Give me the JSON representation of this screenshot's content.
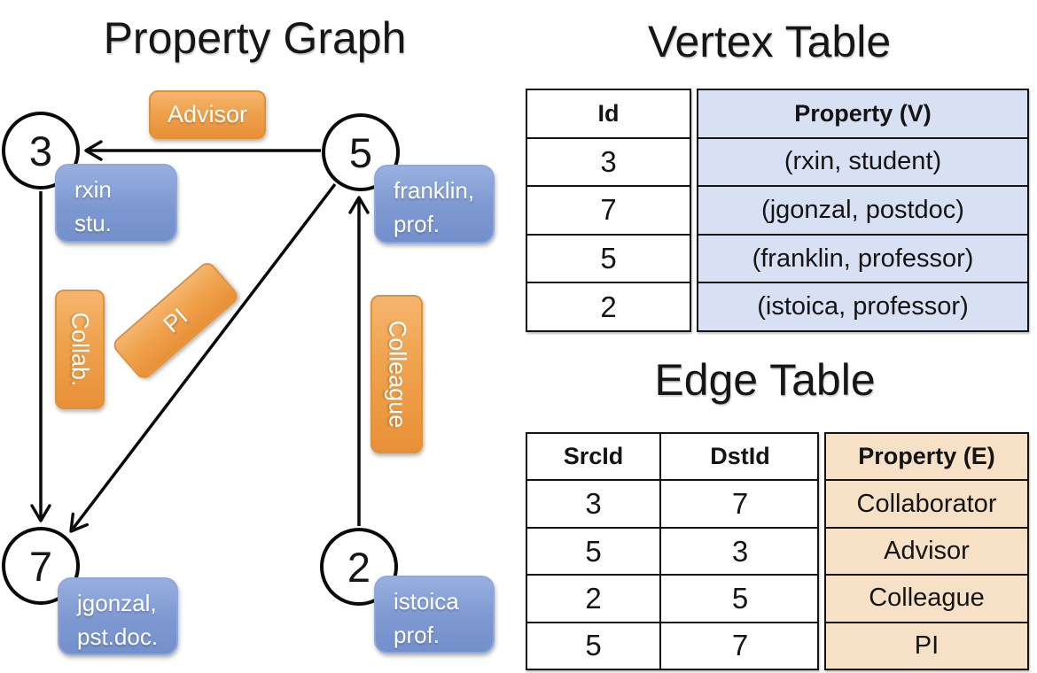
{
  "graph": {
    "title": "Property Graph",
    "nodes": [
      {
        "id": "3",
        "property_lines": [
          "rxin",
          "stu."
        ]
      },
      {
        "id": "5",
        "property_lines": [
          "franklin,",
          "prof."
        ]
      },
      {
        "id": "7",
        "property_lines": [
          "jgonzal,",
          "pst.doc."
        ]
      },
      {
        "id": "2",
        "property_lines": [
          "istoica",
          "prof."
        ]
      }
    ],
    "edges": [
      {
        "src": "5",
        "dst": "3",
        "label": "Advisor"
      },
      {
        "src": "3",
        "dst": "7",
        "label": "Collab."
      },
      {
        "src": "5",
        "dst": "7",
        "label": "PI"
      },
      {
        "src": "2",
        "dst": "5",
        "label": "Colleague"
      }
    ]
  },
  "vertex_table": {
    "title": "Vertex Table",
    "columns": [
      "Id",
      "Property (V)"
    ],
    "rows": [
      {
        "id": "3",
        "property": "(rxin, student)"
      },
      {
        "id": "7",
        "property": "(jgonzal, postdoc)"
      },
      {
        "id": "5",
        "property": "(franklin, professor)"
      },
      {
        "id": "2",
        "property": "(istoica, professor)"
      }
    ]
  },
  "edge_table": {
    "title": "Edge Table",
    "columns": [
      "SrcId",
      "DstId",
      "Property (E)"
    ],
    "rows": [
      {
        "src": "3",
        "dst": "7",
        "property": "Collaborator"
      },
      {
        "src": "5",
        "dst": "3",
        "property": "Advisor"
      },
      {
        "src": "2",
        "dst": "5",
        "property": "Colleague"
      },
      {
        "src": "5",
        "dst": "7",
        "property": "PI"
      }
    ]
  },
  "colors": {
    "edge_label_orange_top": "#F5B56E",
    "edge_label_orange_bottom": "#E89038",
    "vertex_label_blue_top": "#98AFDF",
    "vertex_label_blue_bottom": "#7490CB",
    "vertex_property_cell_bg": "#D8E1F3",
    "edge_property_cell_bg": "#F6E0C6",
    "line_color": "#0A0A0A"
  }
}
